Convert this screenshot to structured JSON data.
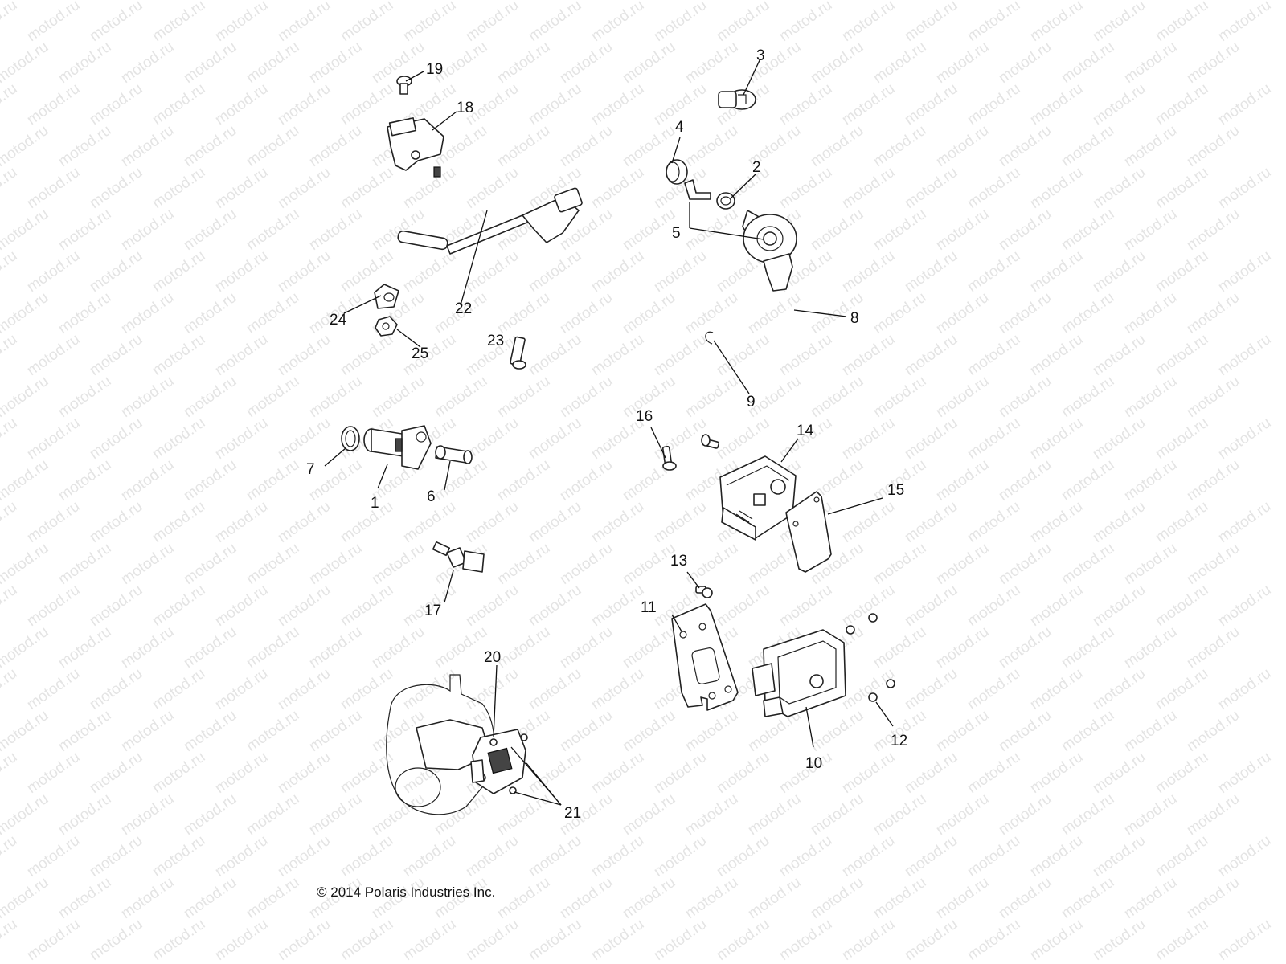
{
  "watermark_text": "motod.ru",
  "copyright": "© 2014 Polaris Industries Inc.",
  "callouts": [
    "1",
    "2",
    "3",
    "4",
    "5",
    "6",
    "7",
    "8",
    "9",
    "10",
    "11",
    "12",
    "13",
    "14",
    "15",
    "16",
    "17",
    "18",
    "19",
    "20",
    "21",
    "22",
    "23",
    "24",
    "25"
  ]
}
